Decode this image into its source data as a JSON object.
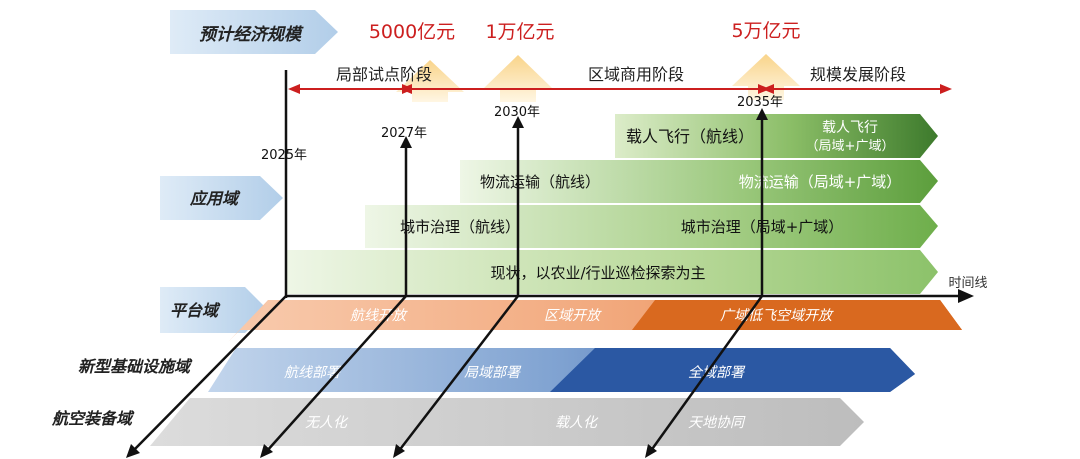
{
  "economy": {
    "label": "预计经济规模",
    "values": [
      "5000亿元",
      "1万亿元",
      "5万亿元"
    ]
  },
  "stages": [
    "局部试点阶段",
    "区域商用阶段",
    "规模发展阶段"
  ],
  "years": [
    "2025年",
    "2027年",
    "2030年",
    "2035年"
  ],
  "timeline_label": "时间线",
  "domains": {
    "application": "应用域",
    "platform": "平台域",
    "infrastructure": "新型基础设施域",
    "equipment": "航空装备域"
  },
  "application_rows": [
    {
      "left": "",
      "right": "现状，以农业/行业巡检探索为主"
    },
    {
      "left": "城市治理（航线）",
      "right": "城市治理（局域+广域）"
    },
    {
      "left": "物流运输（航线）",
      "right": "物流运输（局域+广域）"
    },
    {
      "left": "载人飞行（航线）",
      "right": "载人飞行",
      "right2": "（局域+广域）"
    }
  ],
  "platform_bands": [
    "航线开放",
    "区域开放",
    "广域低飞空域开放"
  ],
  "infrastructure_bands": [
    "航线部署",
    "局域部署",
    "全域部署"
  ],
  "equipment_bands": [
    "无人化",
    "载人化",
    "天地协同"
  ],
  "colors": {
    "red": "#cc1f1f",
    "orange_light": "#f5b38f",
    "orange_dark": "#d9691f",
    "blue_light": "#9bb9dd",
    "blue_dark": "#2b58a3",
    "gray": "#c9c9c9",
    "green_light": "#e6f2d8",
    "green_dark": "#3d7a2c",
    "chevron_blue": "#c5dcef"
  }
}
